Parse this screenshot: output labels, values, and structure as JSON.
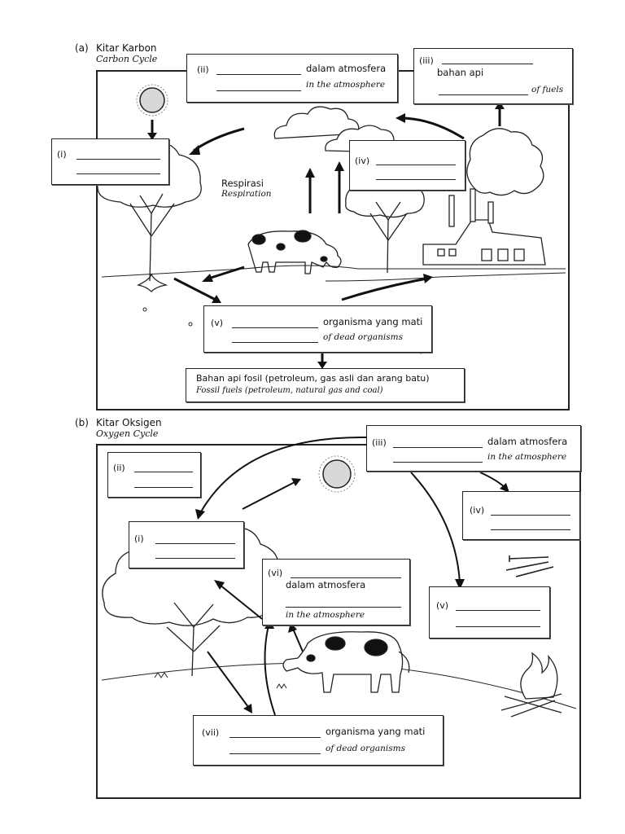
{
  "carbon": {
    "label": "(a)",
    "title_ms": "Kitar Karbon",
    "title_en": "Carbon Cycle",
    "box_i": {
      "num": "(i)"
    },
    "box_ii": {
      "num": "(ii)",
      "ms": "dalam atmosfera",
      "en": "in the atmosphere"
    },
    "box_iii": {
      "num": "(iii)",
      "ms": "bahan api",
      "en": "of fuels"
    },
    "box_iv": {
      "num": "(iv)"
    },
    "box_v": {
      "num": "(v)",
      "ms": "organisma yang mati",
      "en": "of dead organisms"
    },
    "respiration_ms": "Respirasi",
    "respiration_en": "Respiration",
    "fossil_ms": "Bahan api fosil (petroleum, gas asli dan arang batu)",
    "fossil_en": "Fossil fuels (petroleum, natural gas and coal)"
  },
  "oxygen": {
    "label": "(b)",
    "title_ms": "Kitar Oksigen",
    "title_en": "Oxygen Cycle",
    "box_i": {
      "num": "(i)"
    },
    "box_ii": {
      "num": "(ii)"
    },
    "box_iii": {
      "num": "(iii)",
      "ms": "dalam atmosfera",
      "en": "in the atmosphere"
    },
    "box_iv": {
      "num": "(iv)"
    },
    "box_v": {
      "num": "(v)"
    },
    "box_vi": {
      "num": "(vi)",
      "ms": "dalam atmosfera",
      "en": "in the atmosphere"
    },
    "box_vii": {
      "num": "(vii)",
      "ms": "organisma yang mati",
      "en": "of dead organisms"
    }
  }
}
